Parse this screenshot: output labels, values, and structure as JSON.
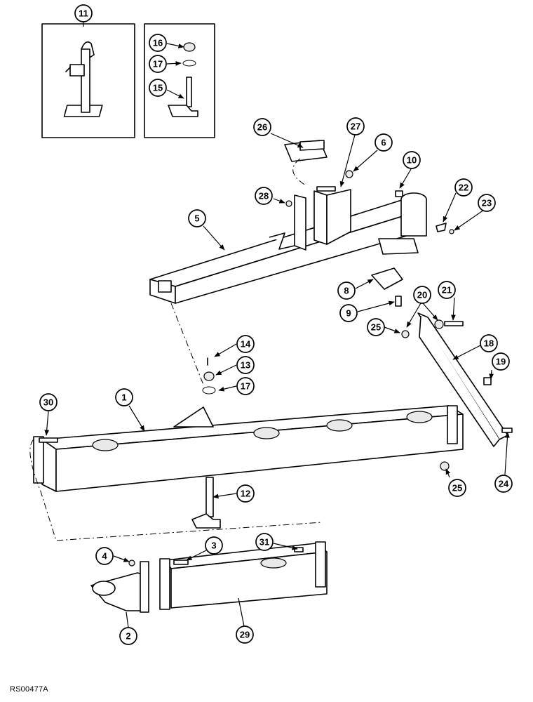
{
  "reference_code": "RS00477A",
  "callouts": [
    "11",
    "16",
    "17",
    "15",
    "26",
    "27",
    "6",
    "10",
    "28",
    "22",
    "23",
    "5",
    "8",
    "9",
    "20",
    "21",
    "25",
    "14",
    "13",
    "18",
    "19",
    "17",
    "30",
    "1",
    "25",
    "24",
    "12",
    "3",
    "31",
    "4",
    "2",
    "29"
  ]
}
